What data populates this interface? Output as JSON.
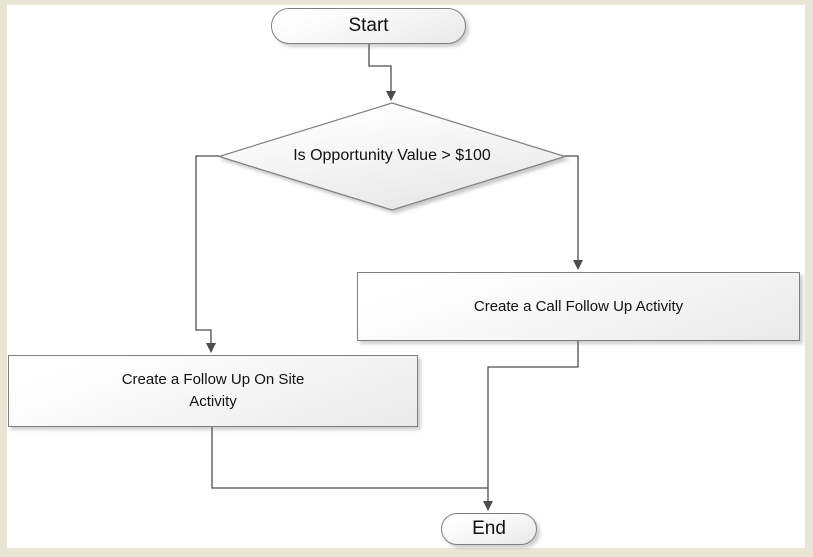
{
  "diagram": {
    "type": "flowchart",
    "nodes": {
      "start": {
        "label": "Start",
        "shape": "terminator"
      },
      "decision": {
        "label": "Is Opportunity Value > $100",
        "shape": "decision"
      },
      "call": {
        "label": "Create a Call Follow Up Activity",
        "shape": "process"
      },
      "onsite": {
        "label": "Create a Follow Up On Site Activity",
        "shape": "process"
      },
      "end": {
        "label": "End",
        "shape": "terminator"
      }
    },
    "edges": [
      {
        "from": "start",
        "to": "decision"
      },
      {
        "from": "decision",
        "to": "onsite",
        "branch": "left"
      },
      {
        "from": "decision",
        "to": "call",
        "branch": "right"
      },
      {
        "from": "onsite",
        "to": "end"
      },
      {
        "from": "call",
        "to": "end"
      }
    ],
    "colors": {
      "page_border": "#E9E6D6",
      "canvas": "#FFFFFF",
      "shape_border": "#7F7F7F",
      "shape_fill_light": "#FFFFFF",
      "shape_fill_dark": "#E9E9E9",
      "connector": "#4D4D4D",
      "text": "#111111"
    }
  }
}
